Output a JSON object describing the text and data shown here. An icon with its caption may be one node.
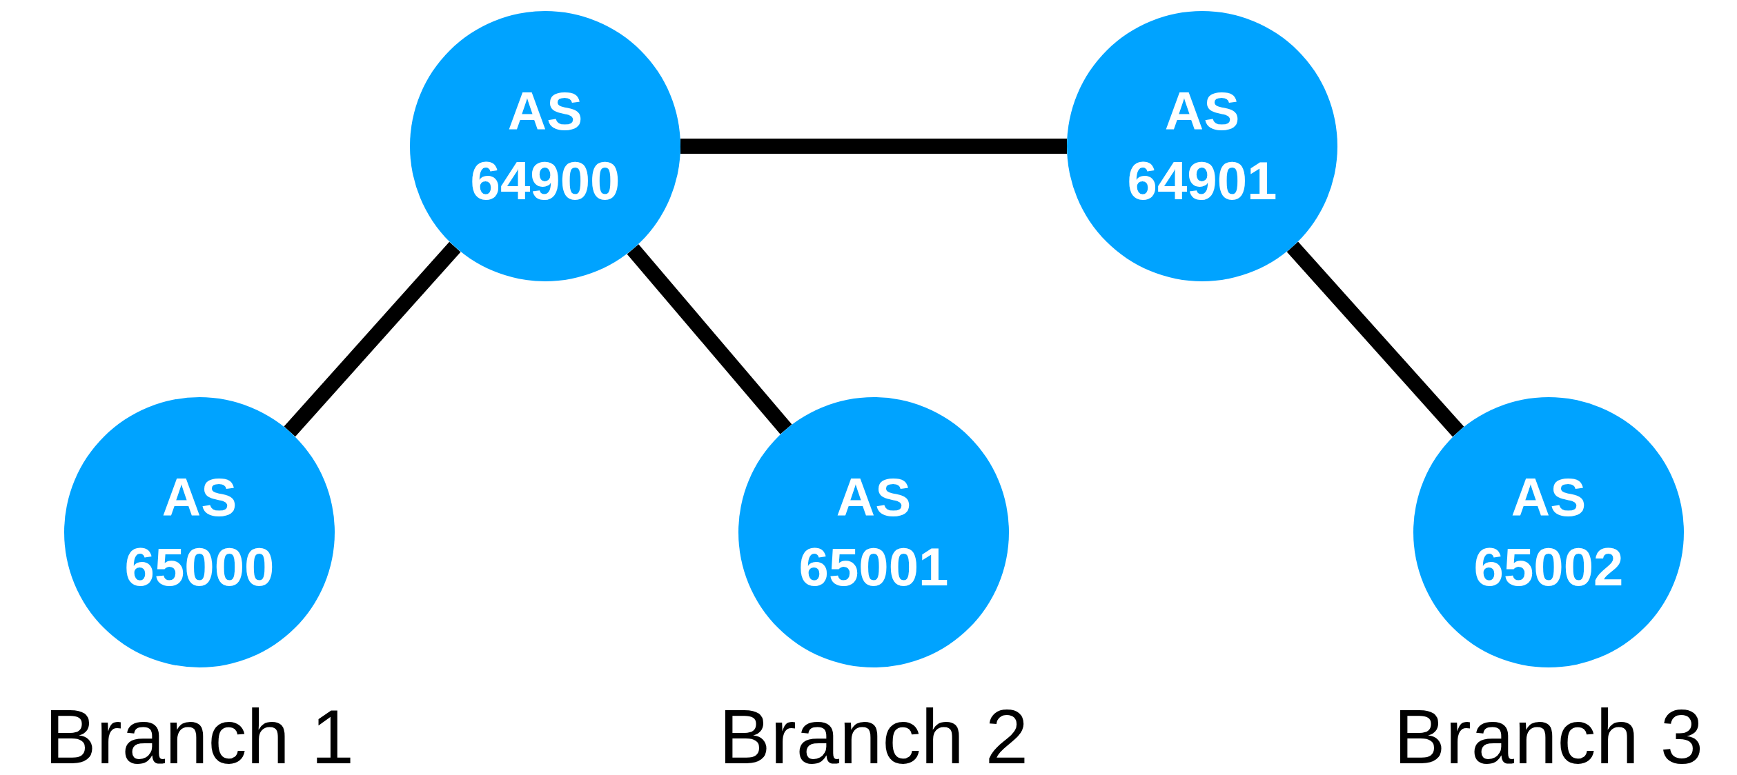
{
  "diagram": {
    "nodes": [
      {
        "text": [
          "AS 64900"
        ]
      },
      {
        "text": [
          "AS 64901"
        ]
      },
      {
        "text": [
          "AS 65000"
        ],
        "beside": [
          "Branch 1"
        ]
      },
      {
        "text": [
          "AS 65001"
        ],
        "beside": [
          "Branch 2"
        ]
      },
      {
        "text": [
          "AS 65002"
        ],
        "beside": [
          "Branch 3"
        ]
      }
    ],
    "edges": [
      {
        "from": 0,
        "to": 1,
        "arrow": "none"
      },
      {
        "from": 0,
        "to": 2,
        "arrow": "none"
      },
      {
        "from": 0,
        "to": 3,
        "arrow": "none"
      },
      {
        "from": 1,
        "to": 4,
        "arrow": "none"
      }
    ]
  }
}
